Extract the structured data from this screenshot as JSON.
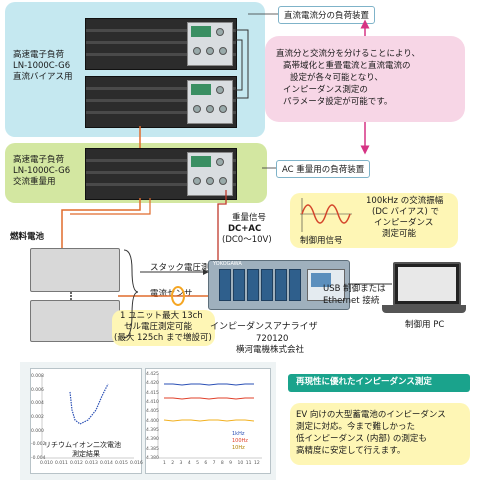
{
  "top_panel": {
    "model_label": [
      "高速電子負荷",
      "LN-1000C-G6",
      "直流バイアス用"
    ],
    "callout": "直流電流分の負荷装置"
  },
  "middle_panel": {
    "model_label": [
      "高速電子負荷",
      "LN-1000C-G6",
      "交流重量用"
    ],
    "callout": "AC 重量用の負荷装置"
  },
  "explanation": [
    "直流分と交流分を分けることにより、",
    "高帯域化と重畳電流と直流電流の",
    "設定が各々可能となり、",
    "インピーダンス測定の",
    "パラメータ設定が可能です。"
  ],
  "signal_box": {
    "description": [
      "100kHz の交流振幅",
      "(DC バイアス) で",
      "インピーダンス",
      "測定可能"
    ],
    "signal_label": "制御用信号"
  },
  "fuel_cell_label": "燃料電池",
  "weight_signal": [
    "重量信号",
    "DC+AC",
    "(DC0～10V)"
  ],
  "stack_voltage": "スタック電圧測定",
  "current_sensor": "電流センサ",
  "unit_note": [
    "1 ユニット最大 13ch",
    "セル電圧測定可能",
    "(最大 125ch まで増設可)"
  ],
  "analyzer": {
    "brand": "YOKOGAWA",
    "name": "インピーダンスアナライザ",
    "model": "720120",
    "company": "横河電機株式会社"
  },
  "usb_label": [
    "USB 制御または",
    "Ethernet 接続"
  ],
  "pc_label": "制御用 PC",
  "repro_title": "再現性に優れたインピーダンス測定",
  "ev_text": [
    "EV 向けの大型蓄電池のインピーダンス",
    "測定に対応。今まで難しかった",
    "低インピーダンス (内部) の測定も",
    "高精度に安定して行えます。"
  ],
  "graph1": {
    "caption": [
      "リチウムイオン二次電池",
      "測定結果"
    ],
    "x_ticks": [
      "0.010",
      "0.011",
      "0.012",
      "0.013",
      "0.014",
      "0.015",
      "0.016"
    ],
    "y_ticks": [
      "0.008",
      "0.006",
      "0.004",
      "0.002",
      "0.000",
      "-0.002",
      "-0.004"
    ]
  },
  "graph2": {
    "y_ticks": [
      "4.425",
      "4.420",
      "4.415",
      "4.410",
      "4.405",
      "4.400",
      "4.395",
      "4.390",
      "4.385",
      "4.380"
    ],
    "x_ticks": [
      "1",
      "2",
      "3",
      "4",
      "5",
      "6",
      "7",
      "8",
      "9",
      "10",
      "11",
      "12"
    ],
    "legend": [
      "1kHz",
      "100Hz",
      "10Hz"
    ]
  },
  "colors": {
    "panel_blue": "#c5e8f0",
    "panel_green": "#d3e7a1",
    "pink": "#f7d6e6",
    "yellow": "#fef6b5",
    "dc_line": "#e06b2c",
    "signal_line": "#c0392b",
    "arrow_magenta": "#d63384",
    "teal_callout": "#1aa38c",
    "sine": "#d4452b"
  }
}
